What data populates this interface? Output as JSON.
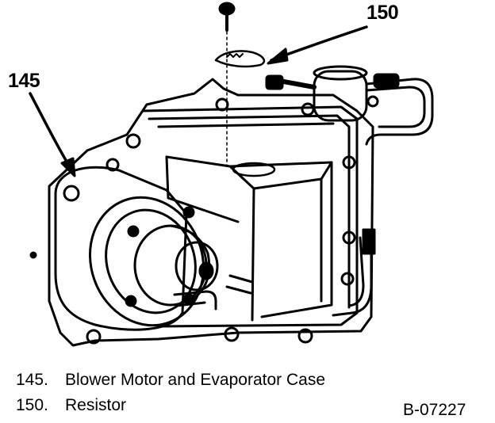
{
  "callouts": {
    "resistor_number": "150",
    "case_number": "145"
  },
  "legend": [
    {
      "number": "145.",
      "label": "Blower Motor and Evaporator Case"
    },
    {
      "number": "150.",
      "label": "Resistor"
    }
  ],
  "figure_code": "B-07227",
  "colors": {
    "ink": "#000000",
    "paper": "#ffffff"
  }
}
